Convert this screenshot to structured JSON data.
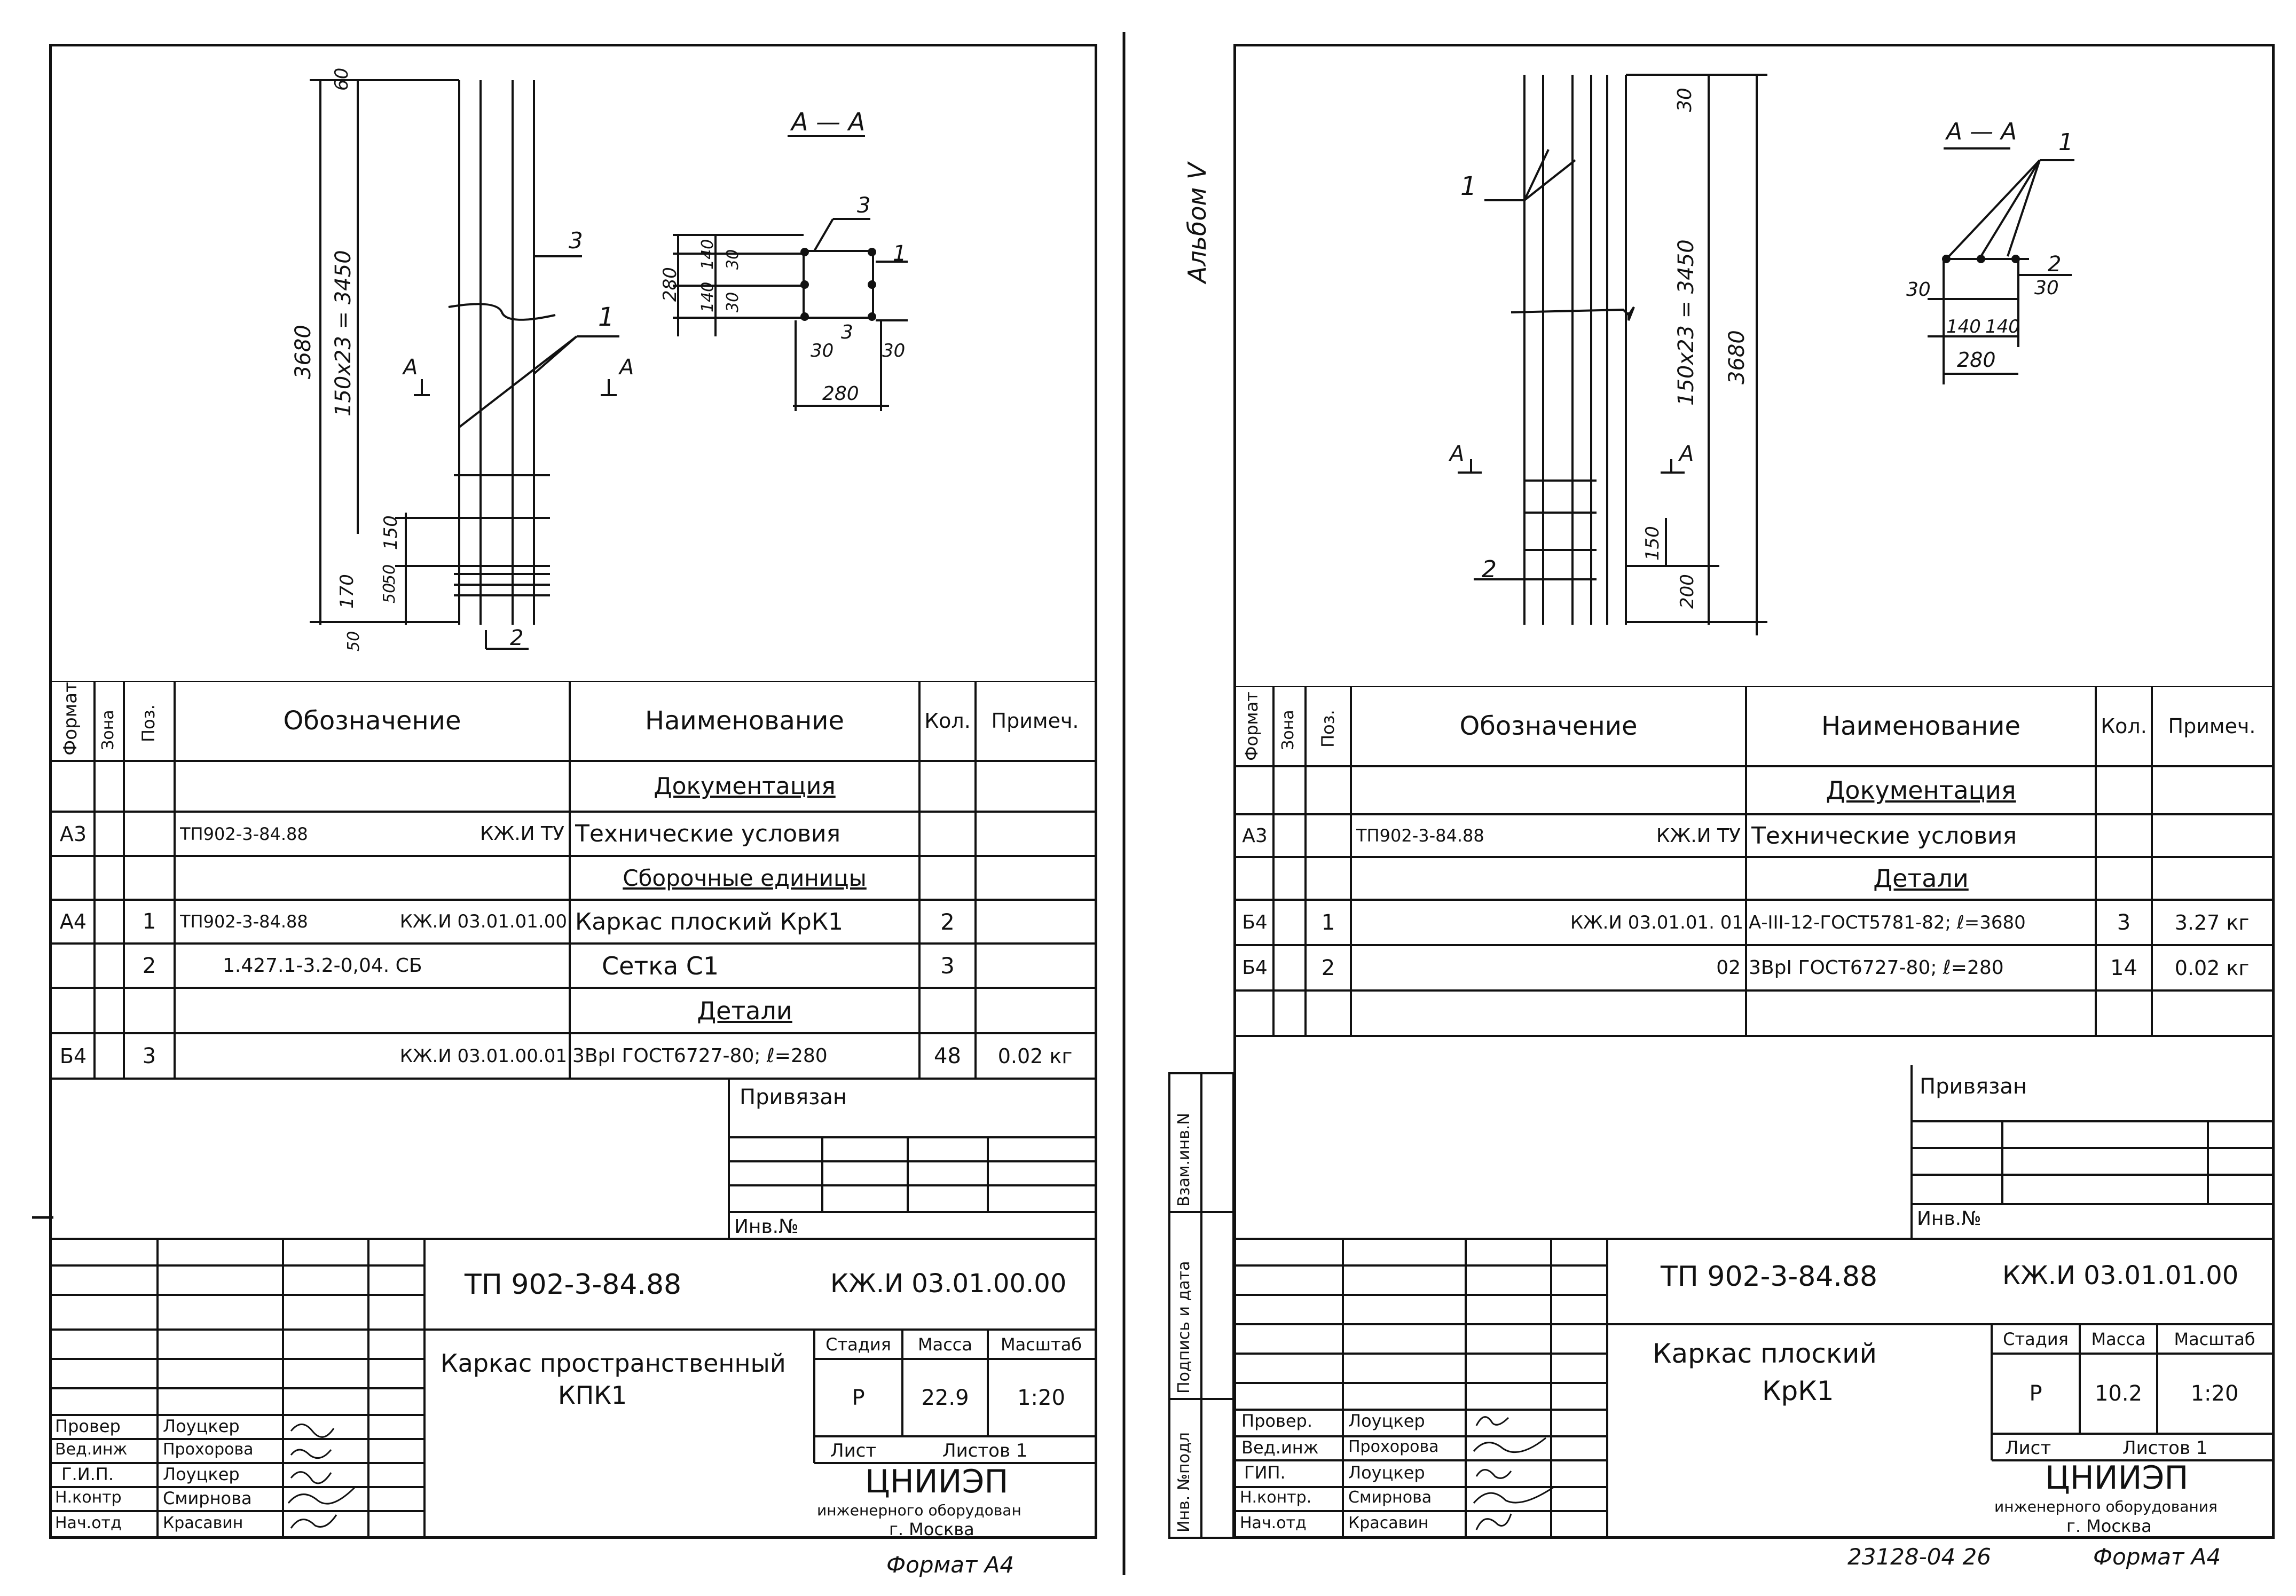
{
  "left_sheet": {
    "drawing": {
      "section_title": "А — А",
      "dims": {
        "d60": "60",
        "d3680": "3680",
        "d150x23": "150х23 = 3450",
        "d150": "150",
        "d50a": "50",
        "d170": "170",
        "d50b": "50",
        "d50c": "50",
        "d280v": "280",
        "d140a": "140",
        "d140b": "140",
        "d30a": "30",
        "d30b": "30",
        "d30c": "30",
        "d30d": "30",
        "d280h": "280"
      },
      "pos": {
        "p1": "1",
        "p2": "2",
        "p3": "3",
        "p3b": "3",
        "p1b": "1",
        "p3c": "3"
      },
      "cut_a_left": "А",
      "cut_a_right": "А"
    },
    "spec": {
      "headers": {
        "format": "Формат",
        "zone": "Зона",
        "pos": "Поз.",
        "designation": "Обозначение",
        "name": "Наименование",
        "qty": "Кол.",
        "note": "Примеч."
      },
      "rows": [
        {
          "format": "",
          "pos": "",
          "designation": "",
          "code": "",
          "name": "Документация",
          "qty": "",
          "note": "",
          "section": true
        },
        {
          "format": "А3",
          "pos": "",
          "designation": "ТП902-3-84.88",
          "code": "КЖ.И ТУ",
          "name": "Технические условия",
          "qty": "",
          "note": ""
        },
        {
          "format": "",
          "pos": "",
          "designation": "",
          "code": "",
          "name": "Сборочные единицы",
          "qty": "",
          "note": "",
          "section": true
        },
        {
          "format": "А4",
          "pos": "1",
          "designation": "ТП902-3-84.88",
          "code": "КЖ.И 03.01.01.00",
          "name": "Каркас плоский  КрК1",
          "qty": "2",
          "note": ""
        },
        {
          "format": "",
          "pos": "2",
          "designation": "1.427.1-3.2-0,04. СБ",
          "code": "",
          "name": "Сетка  С1",
          "qty": "3",
          "note": ""
        },
        {
          "format": "",
          "pos": "",
          "designation": "",
          "code": "",
          "name": "Детали",
          "qty": "",
          "note": "",
          "section": true
        },
        {
          "format": "Б4",
          "pos": "3",
          "designation": "",
          "code": "КЖ.И 03.01.00.01",
          "name": "3ВрI ГОСТ6727-80; ℓ=280",
          "qty": "48",
          "note": "0.02 кг"
        }
      ]
    },
    "privyazan": "Привязан",
    "inv_no": "Инв.№",
    "title_block": {
      "doc_code": "ТП 902-3-84.88",
      "doc_num": "КЖ.И 03.01.00.00",
      "title_line1": "Каркас пространственный",
      "title_line2": "КПК1",
      "stage_h": "Стадия",
      "mass_h": "Масса",
      "scale_h": "Масштаб",
      "stage": "Р",
      "mass": "22.9",
      "scale": "1:20",
      "sheet": "Лист",
      "sheets": "Листов 1",
      "org1": "ЦНИИЭП",
      "org2": "инженерного оборудован",
      "org3": "г. Москва",
      "people": [
        {
          "role": "Провер",
          "name": "Лоуцкер"
        },
        {
          "role": "Вед.инж",
          "name": "Прохорова"
        },
        {
          "role": "Г.И.П.",
          "name": "Лоуцкер"
        },
        {
          "role": "Н.контр",
          "name": "Смирнова"
        },
        {
          "role": "Нач.отд",
          "name": "Красавин"
        }
      ]
    },
    "format_caption": "Формат А4"
  },
  "right_sheet": {
    "album": "Альбом V",
    "drawing": {
      "section_title": "А — А",
      "dims": {
        "d30t": "30",
        "d150x23": "150х23 = 3450",
        "d3680": "3680",
        "d150": "150",
        "d200": "200",
        "d30l": "30",
        "d30r": "30",
        "d140a": "140",
        "d140b": "140",
        "d280": "280"
      },
      "pos": {
        "p1": "1",
        "p2": "2",
        "p1b": "1",
        "p2b": "2"
      },
      "cut_a_left": "А",
      "cut_a_right": "А"
    },
    "side_labels": [
      "Взам.инв.N",
      "Подпись и дата",
      "Инв. №подл"
    ],
    "spec": {
      "headers": {
        "format": "Формат",
        "zone": "Зона",
        "pos": "Поз.",
        "designation": "Обозначение",
        "name": "Наименование",
        "qty": "Кол.",
        "note": "Примеч."
      },
      "rows": [
        {
          "format": "",
          "pos": "",
          "designation": "",
          "code": "",
          "name": "Документация",
          "qty": "",
          "note": "",
          "section": true
        },
        {
          "format": "А3",
          "pos": "",
          "designation": "ТП902-3-84.88",
          "code": "КЖ.И ТУ",
          "name": "Технические условия",
          "qty": "",
          "note": ""
        },
        {
          "format": "",
          "pos": "",
          "designation": "",
          "code": "",
          "name": "Детали",
          "qty": "",
          "note": "",
          "section": true
        },
        {
          "format": "Б4",
          "pos": "1",
          "designation": "",
          "code": "КЖ.И 03.01.01. 01",
          "name": "А-III-12-ГОСТ5781-82; ℓ=3680",
          "qty": "3",
          "note": "3.27 кг"
        },
        {
          "format": "Б4",
          "pos": "2",
          "designation": "",
          "code": "02",
          "name": "3ВрI  ГОСТ6727-80; ℓ=280",
          "qty": "14",
          "note": "0.02 кг"
        }
      ]
    },
    "privyazan": "Привязан",
    "inv_no": "Инв.№",
    "title_block": {
      "doc_code": "ТП 902-3-84.88",
      "doc_num": "КЖ.И 03.01.01.00",
      "title_line1": "Каркас плоский",
      "title_line2": "КрК1",
      "stage_h": "Стадия",
      "mass_h": "Масса",
      "scale_h": "Масштаб",
      "stage": "Р",
      "mass": "10.2",
      "scale": "1:20",
      "sheet": "Лист",
      "sheets": "Листов 1",
      "org1": "ЦНИИЭП",
      "org2": "инженерного оборудования",
      "org3": "г. Москва",
      "people": [
        {
          "role": "Провер.",
          "name": "Лоуцкер"
        },
        {
          "role": "Вед.инж",
          "name": "Прохорова"
        },
        {
          "role": "ГИП.",
          "name": "Лоуцкер"
        },
        {
          "role": "Н.контр.",
          "name": "Смирнова"
        },
        {
          "role": "Нач.отд",
          "name": "Красавин"
        }
      ]
    },
    "footer_number": "23128-04  26",
    "format_caption": "Формат А4"
  }
}
